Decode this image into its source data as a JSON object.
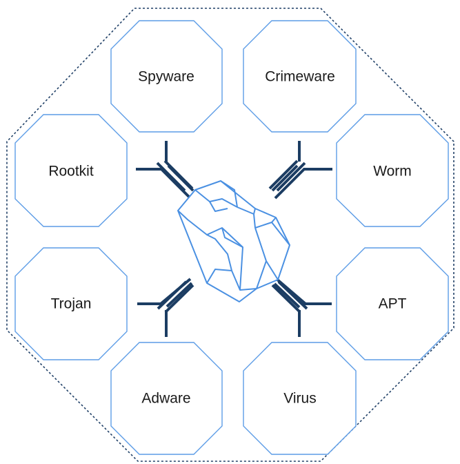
{
  "diagram": {
    "nodes": [
      {
        "id": "spyware",
        "label": "Spyware"
      },
      {
        "id": "crimeware",
        "label": "Crimeware"
      },
      {
        "id": "rootkit",
        "label": "Rootkit"
      },
      {
        "id": "worm",
        "label": "Worm"
      },
      {
        "id": "trojan",
        "label": "Trojan"
      },
      {
        "id": "apt",
        "label": "APT"
      },
      {
        "id": "adware",
        "label": "Adware"
      },
      {
        "id": "virus",
        "label": "Virus"
      }
    ],
    "center_icon": "fist-icon",
    "colors": {
      "node_border": "#5c9ce6",
      "connector": "#1c3d63",
      "outer_border": "#1f3f66",
      "icon": "#4a90e2",
      "text": "#1a1a1a",
      "background": "#ffffff"
    }
  }
}
